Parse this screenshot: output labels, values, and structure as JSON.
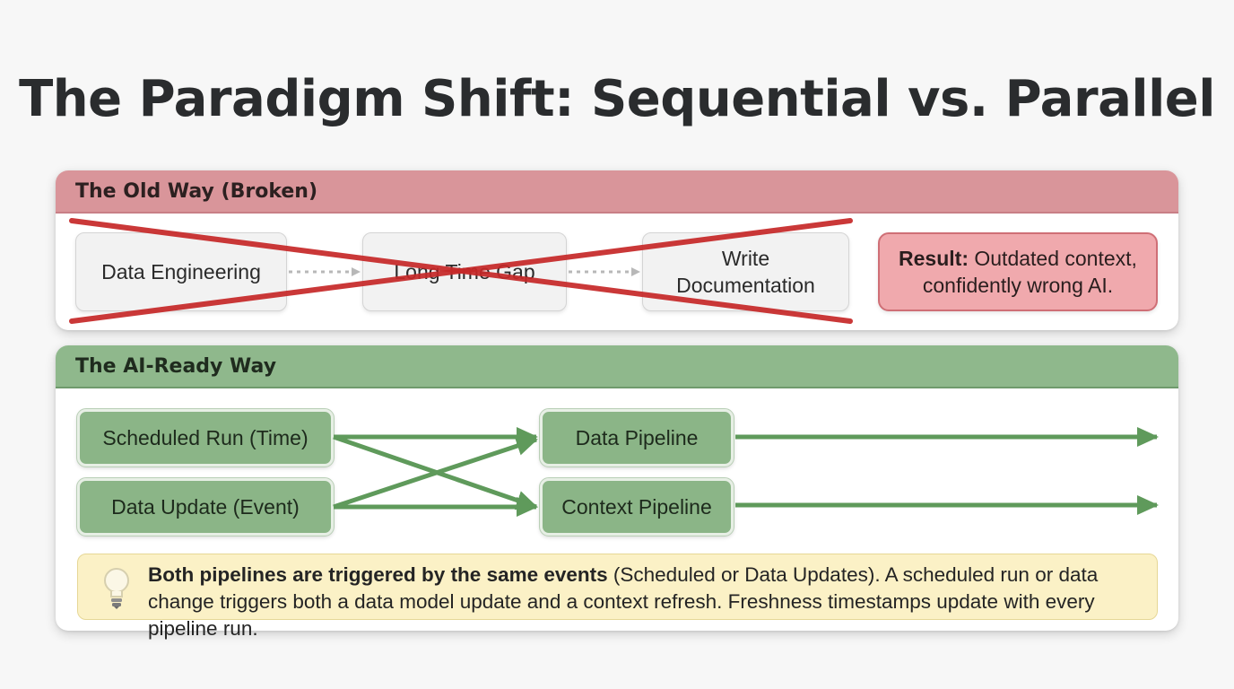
{
  "title": "The Paradigm Shift: Sequential vs. Parallel",
  "old_way": {
    "header": "The Old Way (Broken)",
    "steps": [
      "Data Engineering",
      "Long Time Gap",
      "Write Documentation"
    ],
    "result_label": "Result:",
    "result_text": "Outdated context, confidently wrong AI.",
    "colors": {
      "header": "#d9959a",
      "cross": "#c62828",
      "result_bg": "#f0a9ad"
    }
  },
  "new_way": {
    "header": "The AI-Ready Way",
    "triggers": [
      "Scheduled Run (Time)",
      "Data Update (Event)"
    ],
    "pipelines": [
      "Data Pipeline",
      "Context Pipeline"
    ],
    "colors": {
      "header": "#8fb88c",
      "box": "#8bb587",
      "arrow": "#5f9a5b"
    },
    "note_bold": "Both pipelines are triggered by the same events",
    "note_text": " (Scheduled or Data Updates). A scheduled run or data change triggers both a data model update and a context refresh. Freshness timestamps update with every pipeline run.",
    "note_icon": "lightbulb-icon"
  }
}
